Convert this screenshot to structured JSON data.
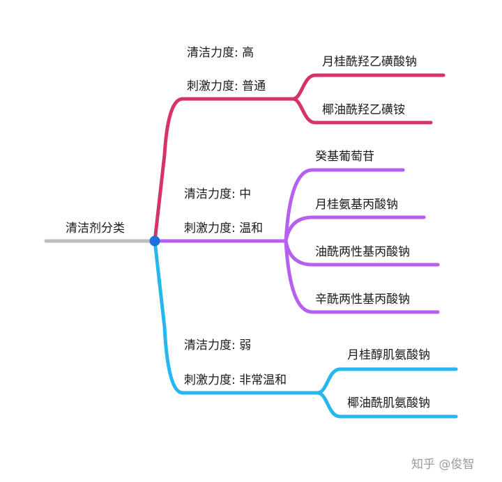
{
  "root": {
    "label": "清洁剂分类",
    "color": "#bdbdbd",
    "node_color": "#1f6fe0"
  },
  "branches": [
    {
      "id": "high",
      "color": "#d6336c",
      "note_clean": "清洁力度:  高",
      "note_irritation": "刺激力度:  普通",
      "leaves": [
        "月桂酰羟乙磺酸钠",
        "椰油酰羟乙磺铵"
      ]
    },
    {
      "id": "medium",
      "color": "#b660f0",
      "note_clean": "清洁力度: 中",
      "note_irritation": "刺激力度: 温和",
      "leaves": [
        "癸基葡萄苷",
        "月桂氨基丙酸钠",
        "油酰两性基丙酸钠",
        "辛酰两性基丙酸钠"
      ]
    },
    {
      "id": "low",
      "color": "#25b7ee",
      "note_clean": "清洁力度:  弱",
      "note_irritation": "刺激力度:  非常温和",
      "leaves": [
        "月桂醇肌氨酸钠",
        "椰油酰肌氨酸钠"
      ]
    }
  ],
  "watermark": "知乎 @俊智"
}
